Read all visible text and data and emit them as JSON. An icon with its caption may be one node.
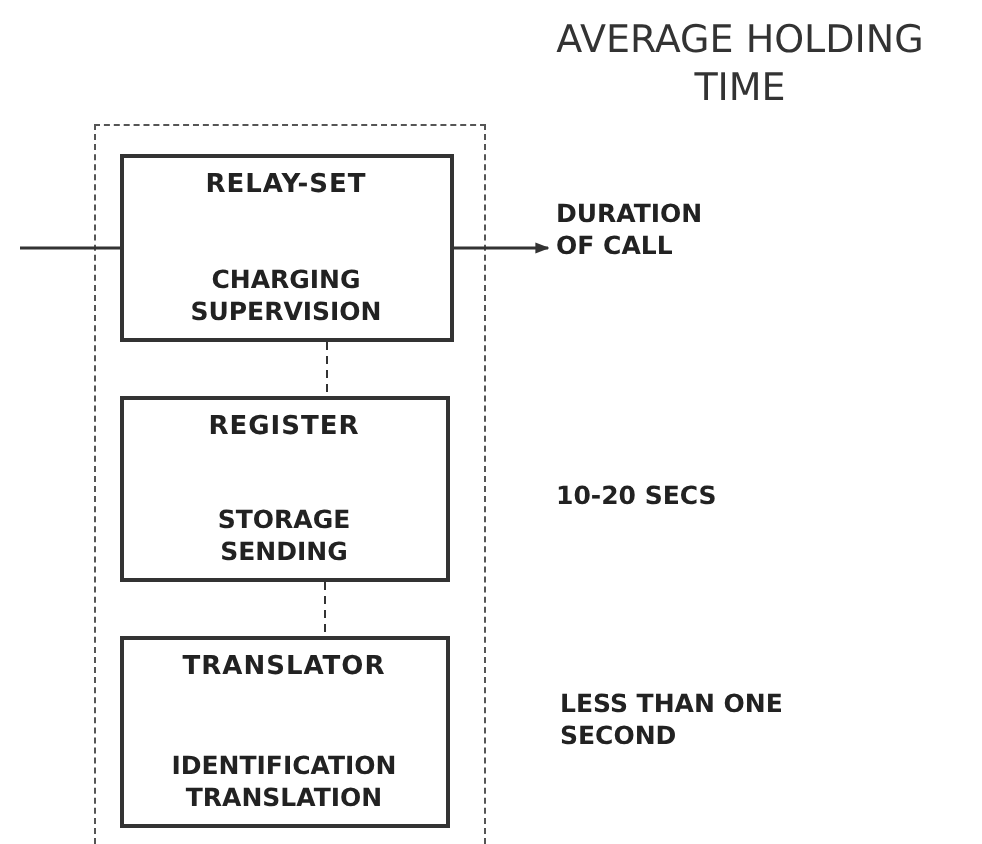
{
  "diagram": {
    "title": "AVERAGE HOLDING TIME",
    "nodes": [
      {
        "text": [],
        "shape": "box"
      },
      {
        "text": [
          "RELAY-SET",
          "CHARGING SUPERVISION"
        ],
        "in": 0
      },
      {
        "text": [
          "REGISTER",
          "STORAGE SENDING"
        ],
        "in": 0
      },
      {
        "text": [
          "TRANSLATOR",
          "IDENTIFICATION TRANSLATION"
        ],
        "in": 0
      },
      {
        "text": [
          "DURATION OF CALL"
        ]
      }
    ],
    "edges": [
      {
        "from": null,
        "to": 1,
        "arrow": "none"
      },
      {
        "from": 1,
        "to": 4,
        "arrow": "to"
      },
      {
        "from": 1,
        "to": 2,
        "arrow": "none",
        "style": "dashed"
      },
      {
        "from": 2,
        "to": 3,
        "arrow": "none",
        "style": "dashed"
      }
    ],
    "labels": [
      "10-20 SECS",
      "LESS THAN ONE SECOND"
    ]
  }
}
